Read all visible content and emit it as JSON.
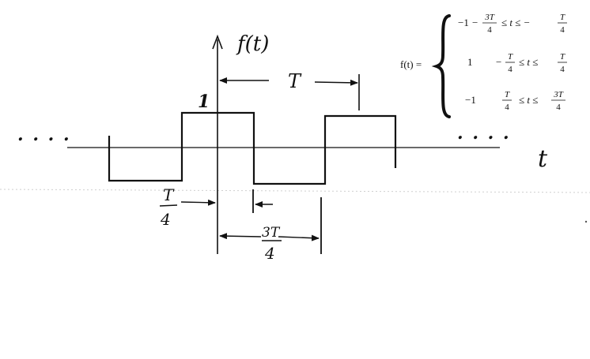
{
  "diagram": {
    "function_label": "f(t)",
    "time_label": "t",
    "amplitude_label": "1",
    "period_label": "T",
    "quarter_num": "T",
    "quarter_den": "4",
    "three_quarter_num": "3T",
    "three_quarter_den": "4",
    "dots_left": ". . . .",
    "dots_right": ". . . ."
  },
  "definition": {
    "lhs": "f(t) =",
    "rows": [
      {
        "value": "−1",
        "cond_a": "−",
        "frac1_num": "3T",
        "frac1_den": "4",
        "cond_b": "≤ t ≤ −",
        "frac2_num": "T",
        "frac2_den": "4"
      },
      {
        "value": "1",
        "cond_a": "−",
        "frac1_num": "T",
        "frac1_den": "4",
        "cond_b": "≤ t ≤",
        "frac2_num": "T",
        "frac2_den": "4"
      },
      {
        "value": "−1",
        "cond_a": "",
        "frac1_num": "T",
        "frac1_den": "4",
        "cond_b": "≤ t ≤",
        "frac2_num": "3T",
        "frac2_den": "4"
      }
    ]
  },
  "style": {
    "ink": "#111111"
  }
}
